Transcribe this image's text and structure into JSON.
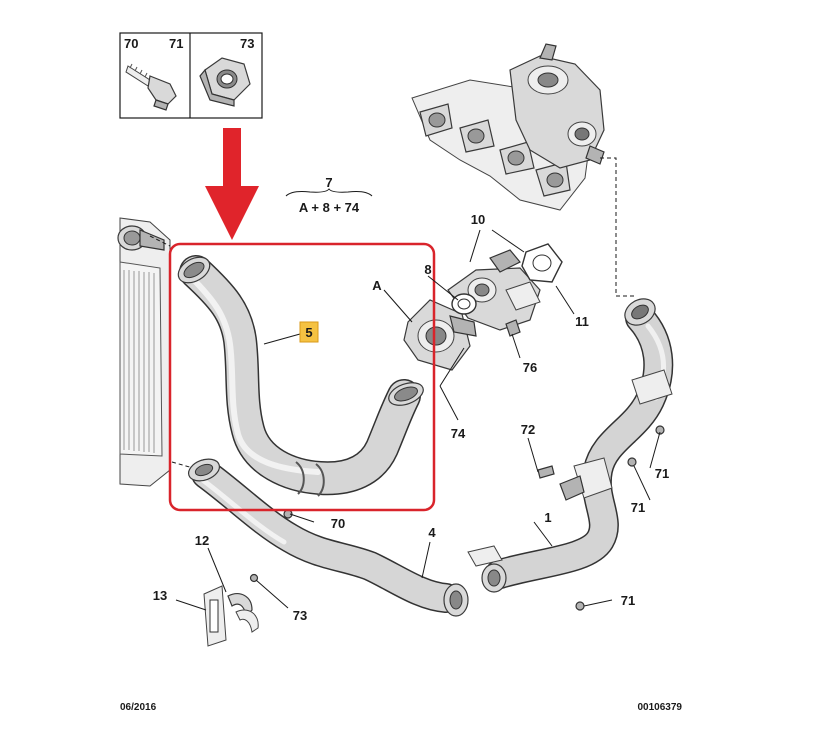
{
  "fastener_box": {
    "labels": [
      "70",
      "71",
      "73"
    ]
  },
  "assembly_label": {
    "number": "7",
    "formula": "A + 8 + 74"
  },
  "callouts": [
    {
      "id": "c1",
      "text": "1"
    },
    {
      "id": "c4",
      "text": "4"
    },
    {
      "id": "c5",
      "text": "5"
    },
    {
      "id": "c8",
      "text": "8"
    },
    {
      "id": "c10",
      "text": "10"
    },
    {
      "id": "c11",
      "text": "11"
    },
    {
      "id": "c12",
      "text": "12"
    },
    {
      "id": "c13",
      "text": "13"
    },
    {
      "id": "cA",
      "text": "A"
    },
    {
      "id": "c70",
      "text": "70"
    },
    {
      "id": "c71a",
      "text": "71"
    },
    {
      "id": "c71b",
      "text": "71"
    },
    {
      "id": "c71c",
      "text": "71"
    },
    {
      "id": "c72",
      "text": "72"
    },
    {
      "id": "c73",
      "text": "73"
    },
    {
      "id": "c74",
      "text": "74"
    },
    {
      "id": "c76",
      "text": "76"
    }
  ],
  "footer": {
    "date": "06/2016",
    "reference": "00106379"
  },
  "colors": {
    "highlight_box": "#d9242b",
    "arrow": "#e0242b",
    "part5_badge": "#f5c242",
    "line": "#1a1a1a"
  }
}
